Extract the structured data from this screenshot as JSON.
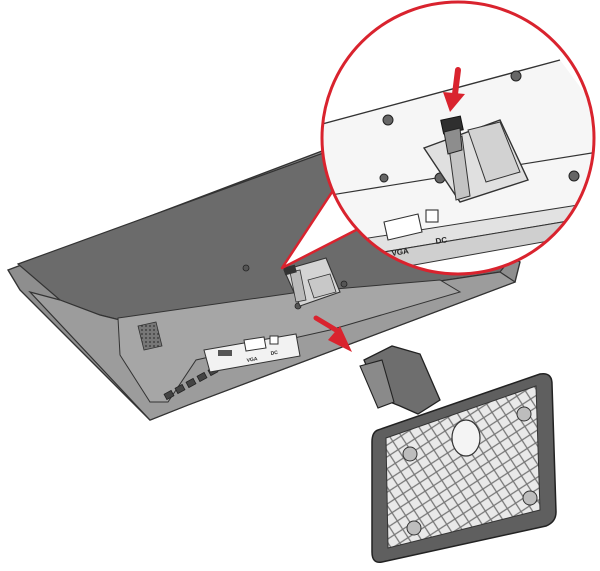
{
  "colors": {
    "arrow": "#d9232e",
    "callout_outline": "#d9232e",
    "panel_dark": "#6b6b6b",
    "panel_mid": "#9a9a9a",
    "panel_light": "#ececec",
    "line": "#333333"
  },
  "port_labels": {
    "main_vga": "VGA",
    "main_dc": "DC",
    "zoom_vga": "VGA",
    "zoom_dc": "DC"
  },
  "icons": [
    "arrow-down-icon",
    "arrow-diagonal-icon"
  ]
}
